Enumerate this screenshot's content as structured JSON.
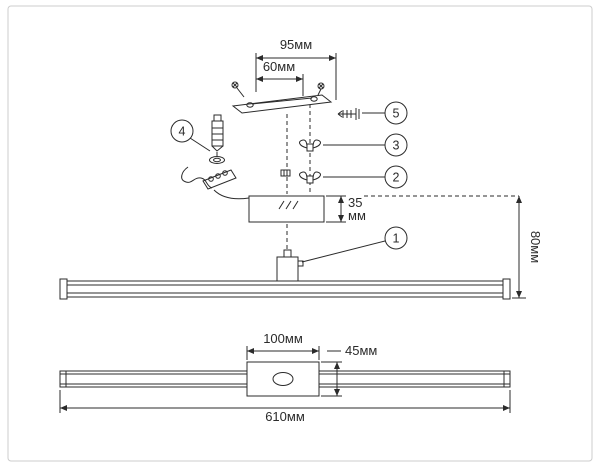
{
  "colors": {
    "ink": "#2b2b2b",
    "border": "#cccccc",
    "background": "#ffffff"
  },
  "dimensions": {
    "bracket_span": "95мм",
    "hole_spacing": "60мм",
    "driver_height_value": "35",
    "driver_height_unit": "мм",
    "wall_offset": "80мм",
    "canopy_width": "100мм",
    "canopy_height": "45мм",
    "fixture_length": "610мм"
  },
  "callouts": {
    "c1": "1",
    "c2": "2",
    "c3": "3",
    "c4": "4",
    "c5": "5"
  }
}
